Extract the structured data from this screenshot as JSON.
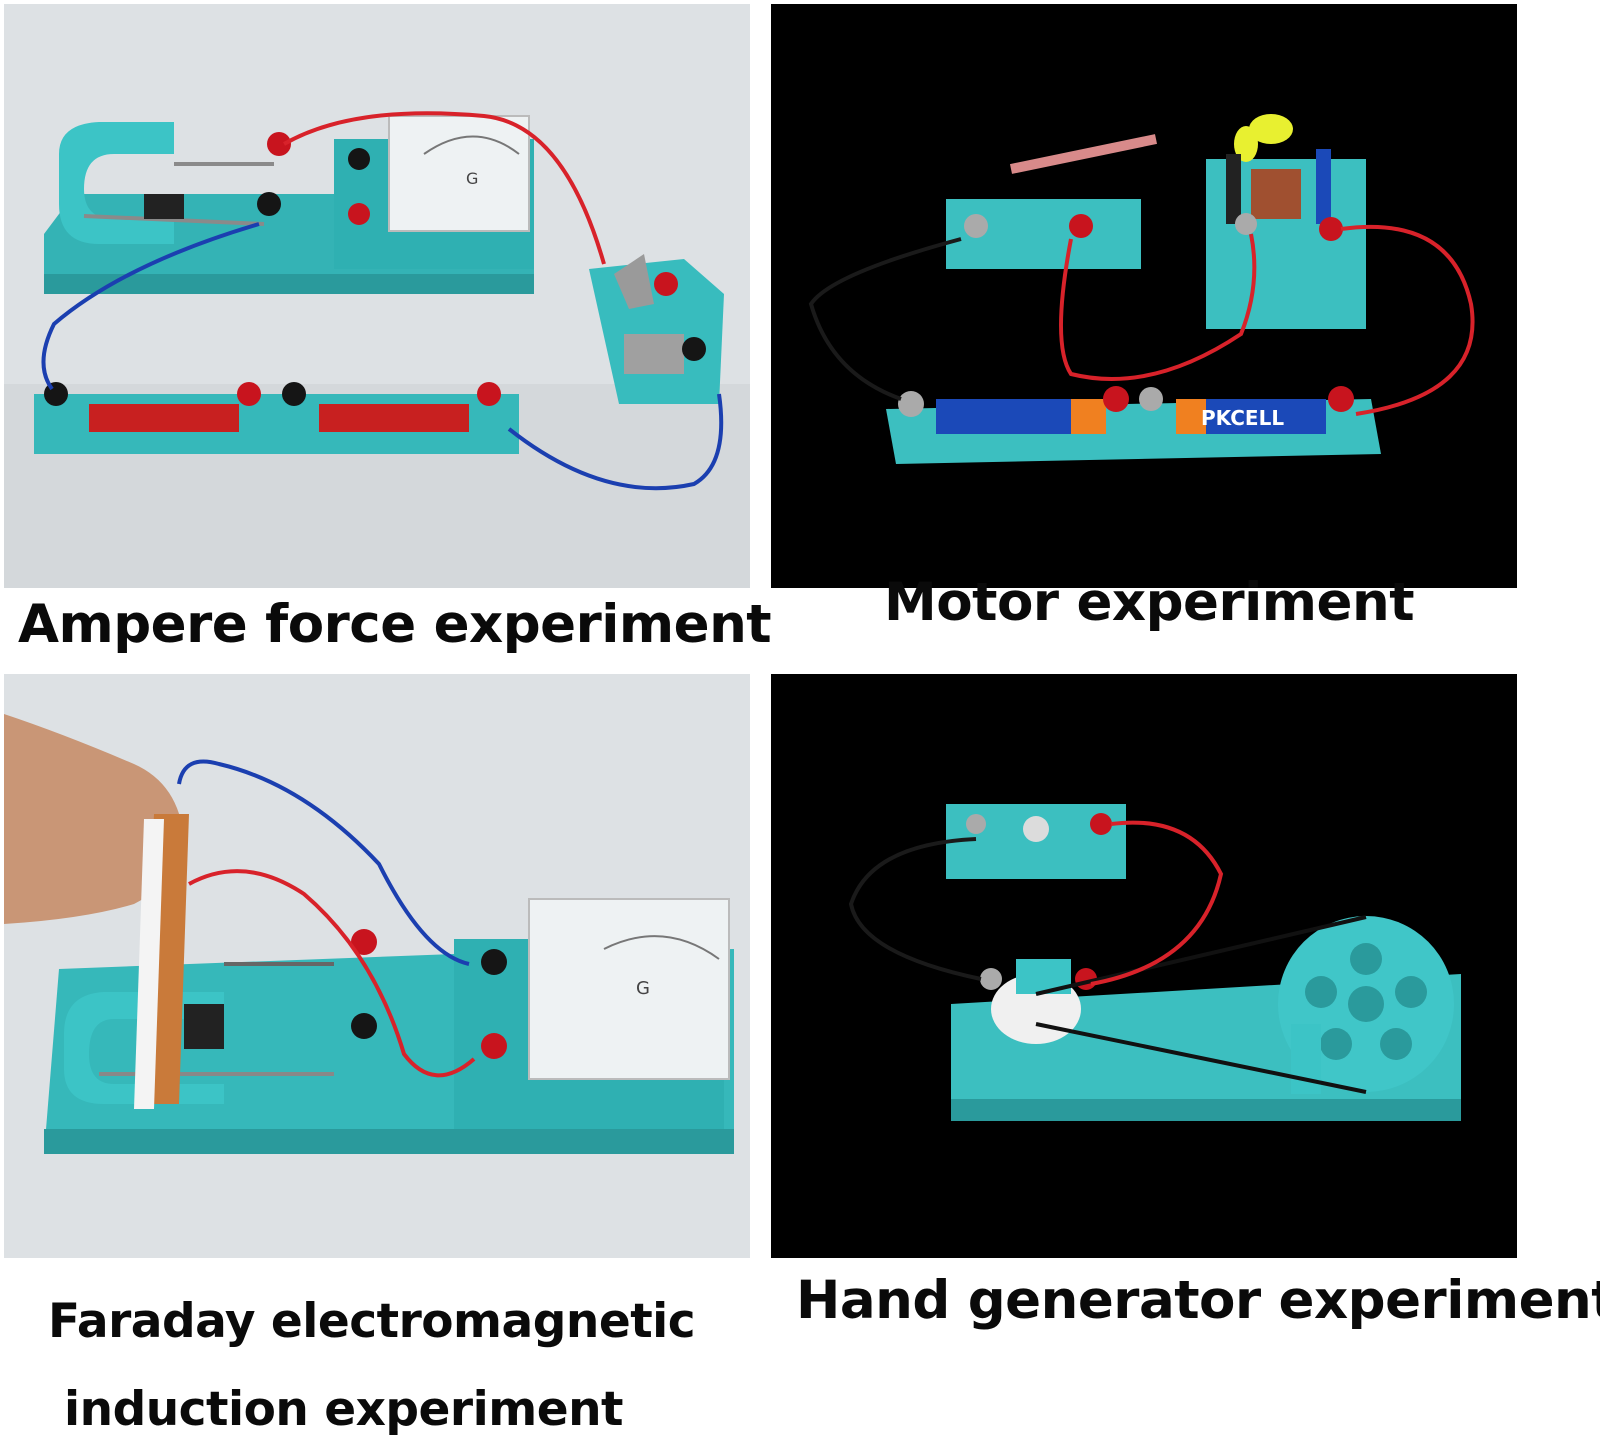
{
  "panels": [
    {
      "id": "ampere-force",
      "caption": "Ampere force experiment",
      "background": "#d9dde0",
      "battery_labels": [
        "",
        ""
      ]
    },
    {
      "id": "motor",
      "caption": "Motor experiment",
      "background": "#000000",
      "battery_labels": [
        "",
        "PKCELL"
      ]
    },
    {
      "id": "faraday",
      "caption_line1": "Faraday electromagnetic",
      "caption_line2": "induction experiment",
      "background": "#d9dde0"
    },
    {
      "id": "hand-generator",
      "caption": "Hand generator experiment",
      "background": "#000000"
    }
  ],
  "colors": {
    "base_teal": "#3cbfc0",
    "base_teal_dark": "#2a9a9c",
    "wire_red": "#d8222a",
    "wire_blue": "#1b3fb0",
    "wire_black": "#1a1a1a",
    "terminal_red": "#c8141e",
    "terminal_black": "#151515",
    "battery_red": "#c82020",
    "battery_blue": "#1b49b8",
    "copper": "#c97a3a",
    "fan_yellow": "#e8f030"
  },
  "meter_symbol": "G"
}
